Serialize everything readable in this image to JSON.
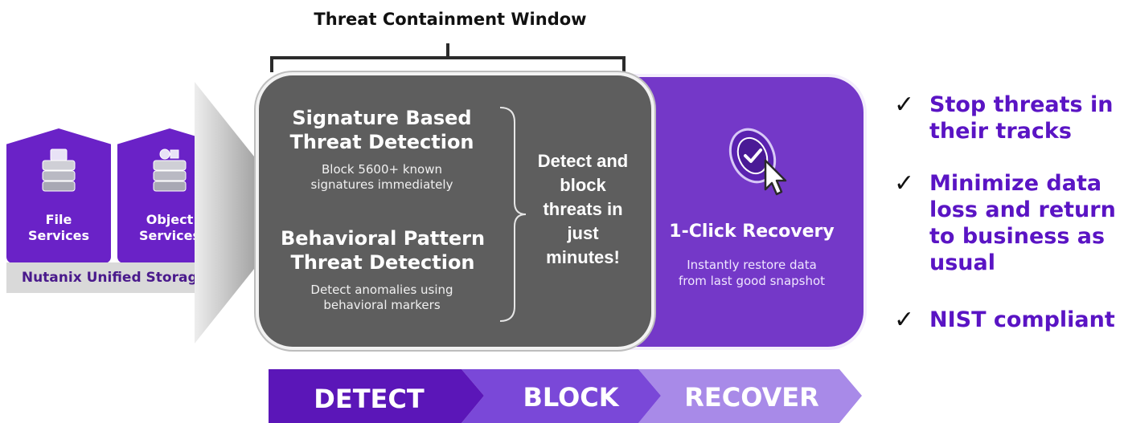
{
  "header": {
    "window_title": "Threat Containment Window"
  },
  "storage": {
    "tiles": [
      {
        "label_line1": "File",
        "label_line2": "Services",
        "icon": "server-stack-icon"
      },
      {
        "label_line1": "Object",
        "label_line2": "Services",
        "icon": "server-stack-icon"
      }
    ],
    "platform_label": "Nutanix Unified Storage"
  },
  "detection": {
    "signature_title_line1": "Signature Based",
    "signature_title_line2": "Threat Detection",
    "signature_desc_line1": "Block 5600+ known",
    "signature_desc_line2": "signatures immediately",
    "behavioral_title_line1": "Behavioral Pattern",
    "behavioral_title_line2": "Threat Detection",
    "behavioral_desc_line1": "Detect anomalies using",
    "behavioral_desc_line2": "behavioral markers",
    "summary_lines": [
      "Detect and",
      "block",
      "threats in",
      "just",
      "minutes!"
    ]
  },
  "recovery": {
    "icon": "one-click-cursor-icon",
    "title": "1-Click Recovery",
    "desc_line1": "Instantly restore data",
    "desc_line2": "from last good snapshot"
  },
  "phases": {
    "detect": "DETECT",
    "block": "BLOCK",
    "recover": "RECOVER",
    "colors": {
      "detect": "#5b16b8",
      "block": "#7a48d8",
      "recover": "#a88ae8"
    }
  },
  "outcomes": [
    {
      "check": "✓",
      "lines": [
        "Stop threats in",
        "their tracks"
      ]
    },
    {
      "check": "✓",
      "lines": [
        "Minimize data",
        "loss and return",
        "to business as",
        "usual"
      ]
    },
    {
      "check": "✓",
      "lines": [
        "NIST compliant"
      ]
    }
  ],
  "colors": {
    "purple_panel": "#7438c8",
    "gray_panel": "#5e5e5e",
    "outcome_text": "#5a14c4"
  }
}
